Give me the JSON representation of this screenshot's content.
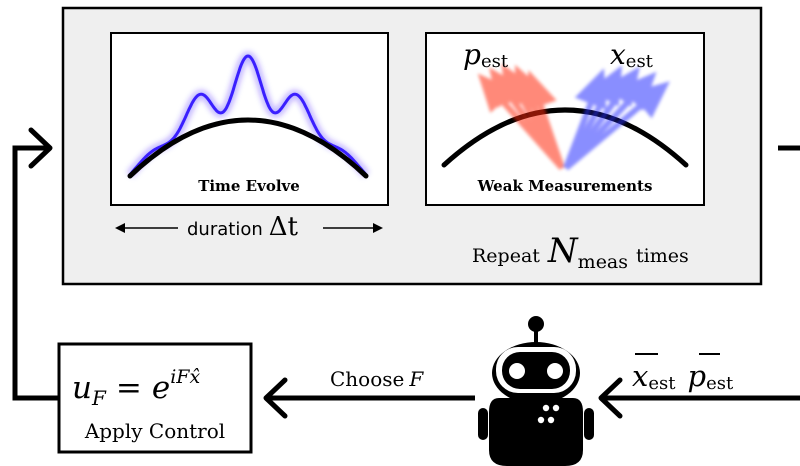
{
  "panels": {
    "time_evolve": {
      "title": "Time Evolve"
    },
    "weak_measurements": {
      "title": "Weak Measurements",
      "p_symbol": "p",
      "p_subscript": "est",
      "x_symbol": "x",
      "x_subscript": "est"
    }
  },
  "duration": {
    "label": "duration",
    "symbol": "Δt"
  },
  "repeat": {
    "prefix": "Repeat",
    "symbol": "N",
    "subscript": "meas",
    "suffix": "times"
  },
  "control_box": {
    "u": "u",
    "u_sub": "F",
    "equals": "=",
    "base": "e",
    "exponent": "iFx̂",
    "label": "Apply Control"
  },
  "choose": {
    "prefix": "Choose",
    "symbol": "F"
  },
  "averages": {
    "x_symbol": "x",
    "x_subscript": "est",
    "p_symbol": "p",
    "p_subscript": "est"
  },
  "icons": {
    "robot": "robot-agent-icon",
    "red_arrows": "momentum-estimate-arrows",
    "blue_arrows": "position-estimate-arrows"
  },
  "colors": {
    "wave": "#3a1fff",
    "momentum_arrow": "#ff2a10",
    "position_arrow": "#2a30ff",
    "outer_box_fill": "#efefef",
    "line": "#000000"
  }
}
